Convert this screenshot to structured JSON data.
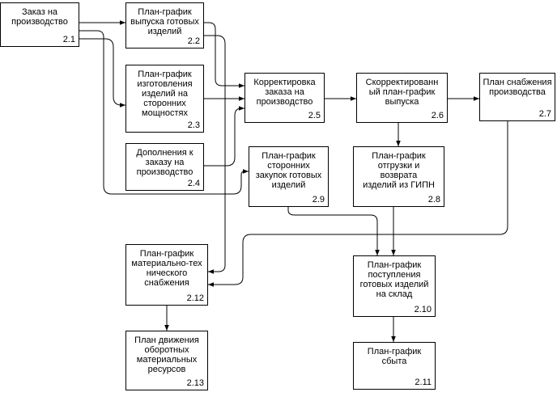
{
  "blocks": {
    "b21": {
      "text": "Заказ на\nпроизводство",
      "num": "2.1"
    },
    "b22": {
      "text": "План-график\nвыпуска готовых\nизделий",
      "num": "2.2"
    },
    "b23": {
      "text": "План-график\nизготовления\nизделий на\nсторонних\nмощностях",
      "num": "2.3"
    },
    "b24": {
      "text": "Дополнения к\nзаказу на\nпроизводство",
      "num": "2.4"
    },
    "b25": {
      "text": "Корректировка\nзаказа на\nпроизводство",
      "num": "2.5"
    },
    "b26": {
      "text": "Скорректированн\nый план-график\nвыпуска",
      "num": "2.6"
    },
    "b27": {
      "text": "План снабжения\nпроизводства",
      "num": "2.7"
    },
    "b28": {
      "text": "План-график\nотгрузки и\nвозврата\nизделий из ГИПН",
      "num": "2.8"
    },
    "b29": {
      "text": "План-график\nсторонних\nзакупок готовых\nизделий",
      "num": "2.9"
    },
    "b210": {
      "text": "План-график\nпоступления\nготовых изделий\nна склад",
      "num": "2.10"
    },
    "b211": {
      "text": "План-график\nсбыта",
      "num": "2.11"
    },
    "b212": {
      "text": "План-график\nматериально-тех\nнического\nснабжения",
      "num": "2.12"
    },
    "b213": {
      "text": "План движения\nоборотных\nматериальных\nресурсов",
      "num": "2.13"
    }
  }
}
